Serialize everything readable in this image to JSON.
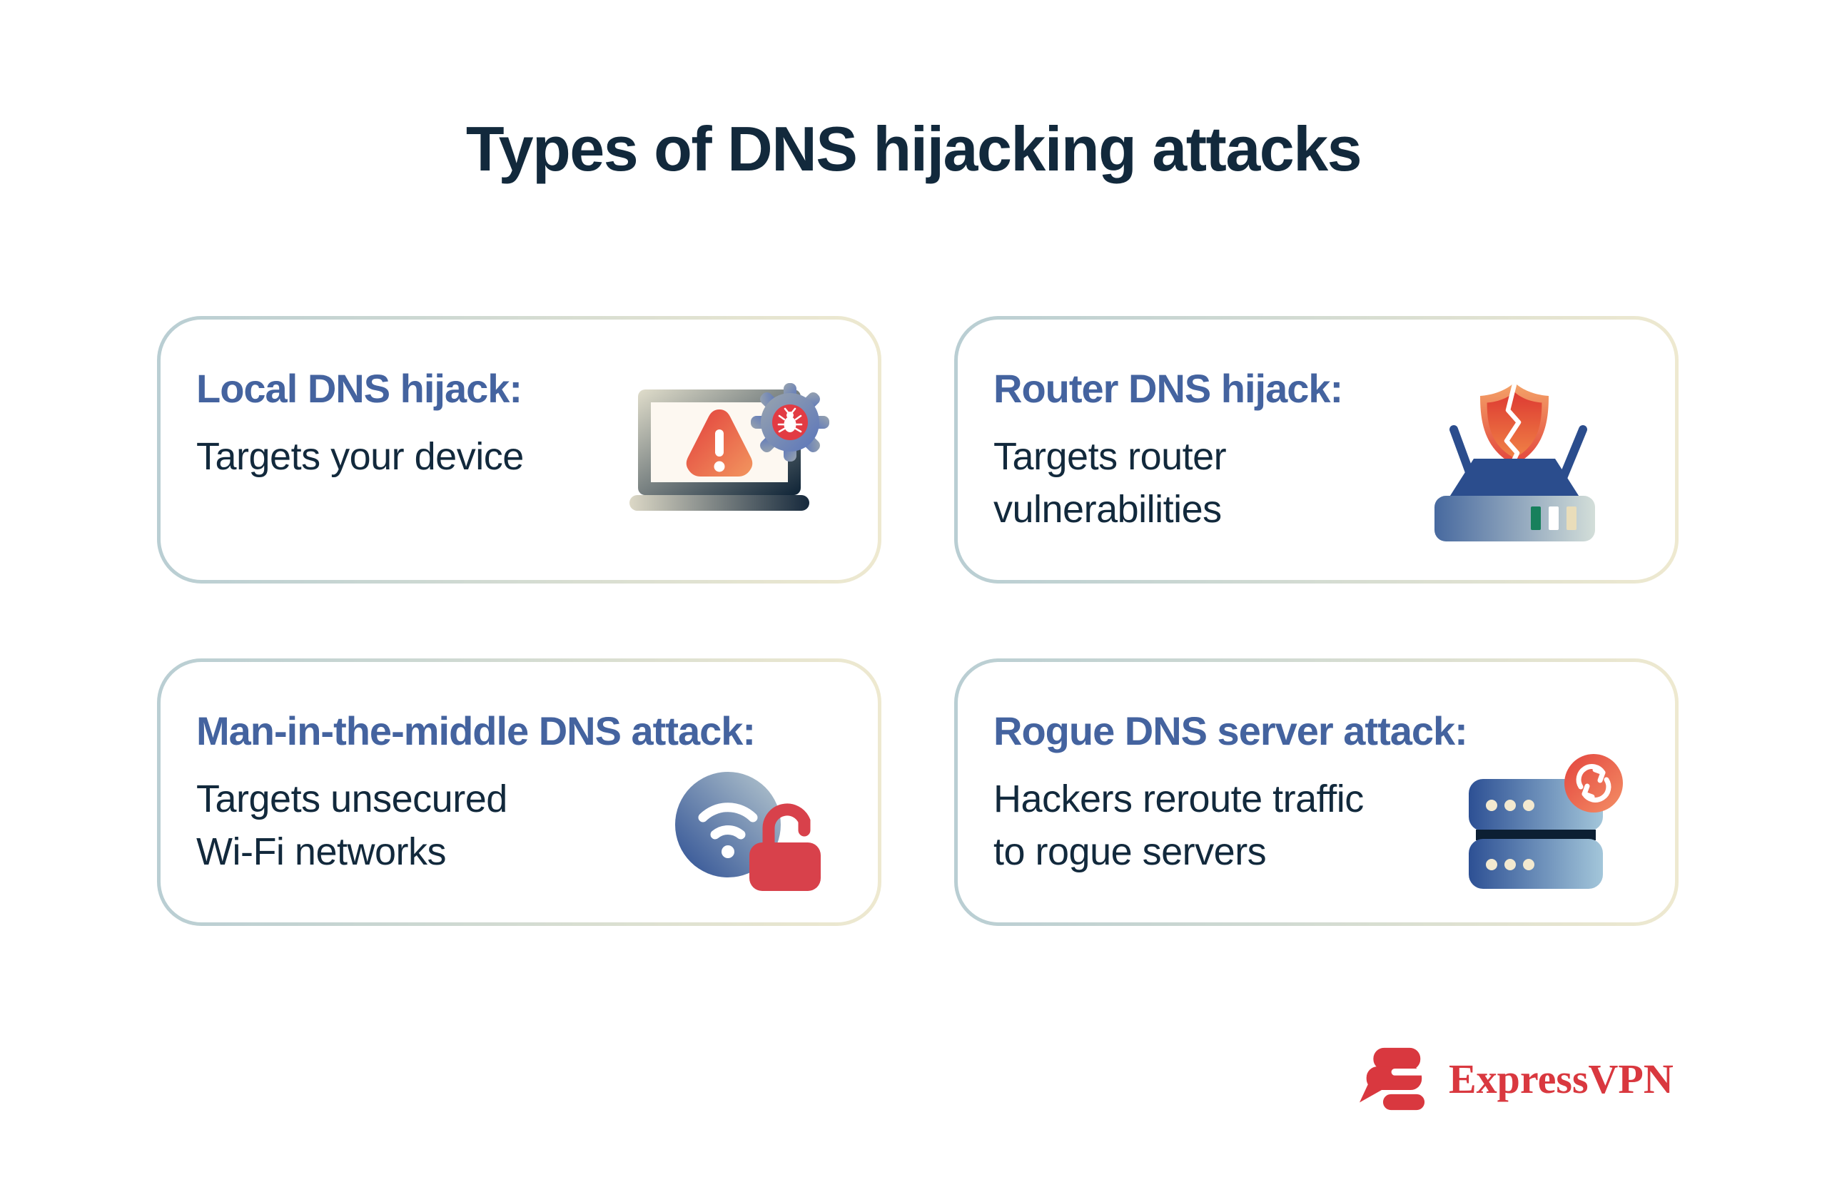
{
  "title": "Types of DNS hijacking attacks",
  "cards": [
    {
      "heading": "Local DNS hijack:",
      "body": "Targets your device",
      "icon": "laptop-malware-warning-icon"
    },
    {
      "heading": "Router DNS hijack:",
      "body": "Targets router\nvulnerabilities",
      "icon": "router-broken-shield-icon"
    },
    {
      "heading": "Man-in-the-middle DNS attack:",
      "body": "Targets unsecured\nWi-Fi networks",
      "icon": "wifi-open-lock-icon"
    },
    {
      "heading": "Rogue DNS server attack:",
      "body": "Hackers reroute traffic\nto rogue servers",
      "icon": "server-reroute-icon"
    }
  ],
  "brand": {
    "name": "ExpressVPN"
  },
  "colors": {
    "background": "#ffffff",
    "title_text": "#12293c",
    "heading_blue": "#44639f",
    "body_text": "#12293c",
    "card_border_start": "#b9ced3",
    "card_border_end": "#eee9d0",
    "alert_red": "#e23f3c",
    "alert_orange": "#f2965f",
    "slate_blue": "#5a75bb",
    "router_blue": "#2b4d8d",
    "light_green": "#17805c",
    "cream": "#e9ddba",
    "lock_red": "#d8414b",
    "brand_red": "#d9383f"
  }
}
